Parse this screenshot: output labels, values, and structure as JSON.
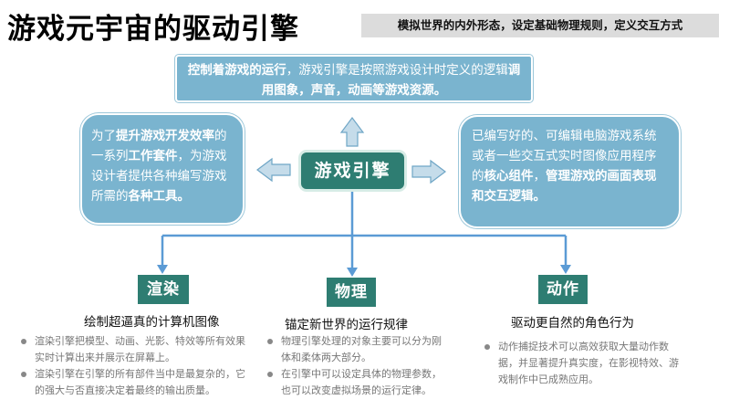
{
  "title": "游戏元宇宙的驱动引擎",
  "subtitle": "模拟世界的内外形态，设定基础物理规则，定义交互方式",
  "center_label": "游戏引擎",
  "top_box": {
    "p1": "控制着游戏的运行",
    "p2": "，游戏引擎是按照游戏设计时定义的逻辑",
    "p3": "调用图象，声音，动画等游戏资源。"
  },
  "left_box": {
    "p1": "为了",
    "p2": "提升游戏开发效率",
    "p3": "的一系列",
    "p4": "工作套件",
    "p5": "，为游戏设计者提供各种编写游戏所需的",
    "p6": "各种工具。"
  },
  "right_box": {
    "p1": "已编写好的、可编辑电脑游戏系统或者一些交互式实时图像应用程序的",
    "p2": "核心组件",
    "p3": "，",
    "p4": "管理游戏的画面表现和交互逻辑。"
  },
  "categories": [
    {
      "label": "渲染",
      "heading": "绘制超逼真的计算机图像",
      "bullets": [
        "渲染引擎把模型、动画、光影、特效等所有效果实时计算出来并展示在屏幕上。",
        "渲染引擎在引擎的所有部件当中是最复杂的，它的强大与否直接决定着最终的输出质量。"
      ]
    },
    {
      "label": "物理",
      "heading": "锚定新世界的运行规律",
      "bullets": [
        "物理引擎处理的对象主要可以分为刚体和柔体两大部分。",
        "在引擎中可以设定具体的物理参数，也可以改变虚拟场景的运行定律。"
      ]
    },
    {
      "label": "动作",
      "heading": "驱动更自然的角色行为",
      "bullets": [
        "动作捕捉技术可以高效获取大量动作数据，并显著提升真实度，在影视特效、游戏制作中已成熟应用。"
      ]
    }
  ],
  "colors": {
    "box_blue": "#7ab4cf",
    "teal": "#2e7d72",
    "line_blue": "#5b9bd5",
    "arrow_fill": "#c5dcea"
  }
}
